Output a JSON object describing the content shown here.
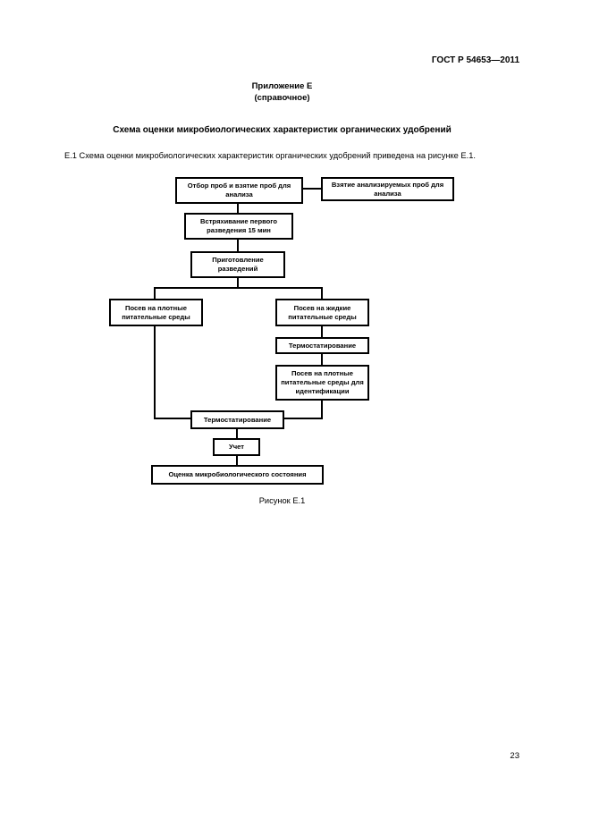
{
  "page": {
    "header": "ГОСТ Р 54653—2011",
    "appendix_title": "Приложение Е",
    "appendix_subtitle": "(справочное)",
    "section_title": "Схема оценки микробиологических характеристик органических удобрений",
    "body_text": "Е.1 Схема оценки микробиологических характеристик органических удобрений приведена на рисунке Е.1.",
    "figure_caption": "Рисунок Е.1",
    "page_number": "23"
  },
  "flowchart": {
    "type": "flowchart",
    "boxes": [
      {
        "id": "sampling",
        "label": "Отбор проб и взятие проб для анализа"
      },
      {
        "id": "taking",
        "label": "Взятие анализируемых проб для анализа"
      },
      {
        "id": "shaking",
        "label": "Встряхивание первого разведения 15 мин"
      },
      {
        "id": "dilutions",
        "label": "Приготовление разведений"
      },
      {
        "id": "solid",
        "label": "Посев на плотные питательные среды"
      },
      {
        "id": "liquid",
        "label": "Посев на жидкие питательные среды"
      },
      {
        "id": "thermo1",
        "label": "Термостатирование"
      },
      {
        "id": "solid-id",
        "label": "Посев на плотные питательные среды для идентификации"
      },
      {
        "id": "thermo2",
        "label": "Термостатирование"
      },
      {
        "id": "account",
        "label": "Учет"
      },
      {
        "id": "final",
        "label": "Оценка микробиологического состояния"
      }
    ],
    "colors": {
      "line": "#000000",
      "box_border": "#000000",
      "box_fill": "#ffffff"
    }
  }
}
